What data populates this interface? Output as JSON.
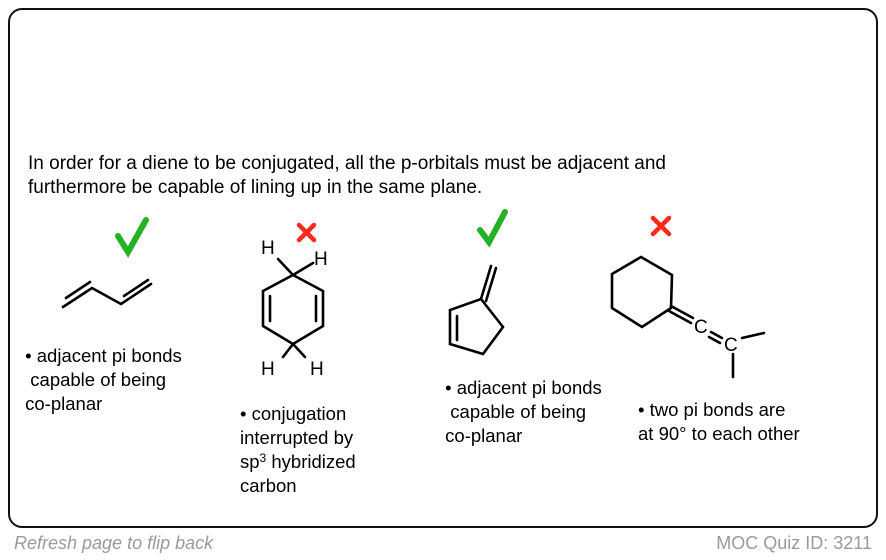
{
  "intro": [
    "In order for a diene to be conjugated, all the p-orbitals must be adjacent and",
    "furthermore be capable of lining up in the same plane."
  ],
  "examples": [
    {
      "mark": "check",
      "color": "#22b222",
      "caption": [
        " • adjacent pi bonds",
        "  capable of being",
        " co-planar"
      ]
    },
    {
      "mark": "cross",
      "color": "#ff2a1a",
      "atoms": [
        "H",
        "H",
        "H",
        "H"
      ],
      "caption": [
        "• conjugation",
        "interrupted by",
        "sp",
        "3",
        " hybridized",
        "carbon"
      ]
    },
    {
      "mark": "check",
      "color": "#22b222",
      "caption": [
        " • adjacent pi bonds",
        "  capable of being",
        " co-planar"
      ]
    },
    {
      "mark": "cross",
      "color": "#ff2a1a",
      "atoms": [
        "C",
        "C"
      ],
      "caption": [
        "• two pi bonds are",
        "at 90° to each other"
      ]
    }
  ],
  "footer": {
    "left": "Refresh page to flip back",
    "right": "MOC Quiz ID: 3211"
  }
}
